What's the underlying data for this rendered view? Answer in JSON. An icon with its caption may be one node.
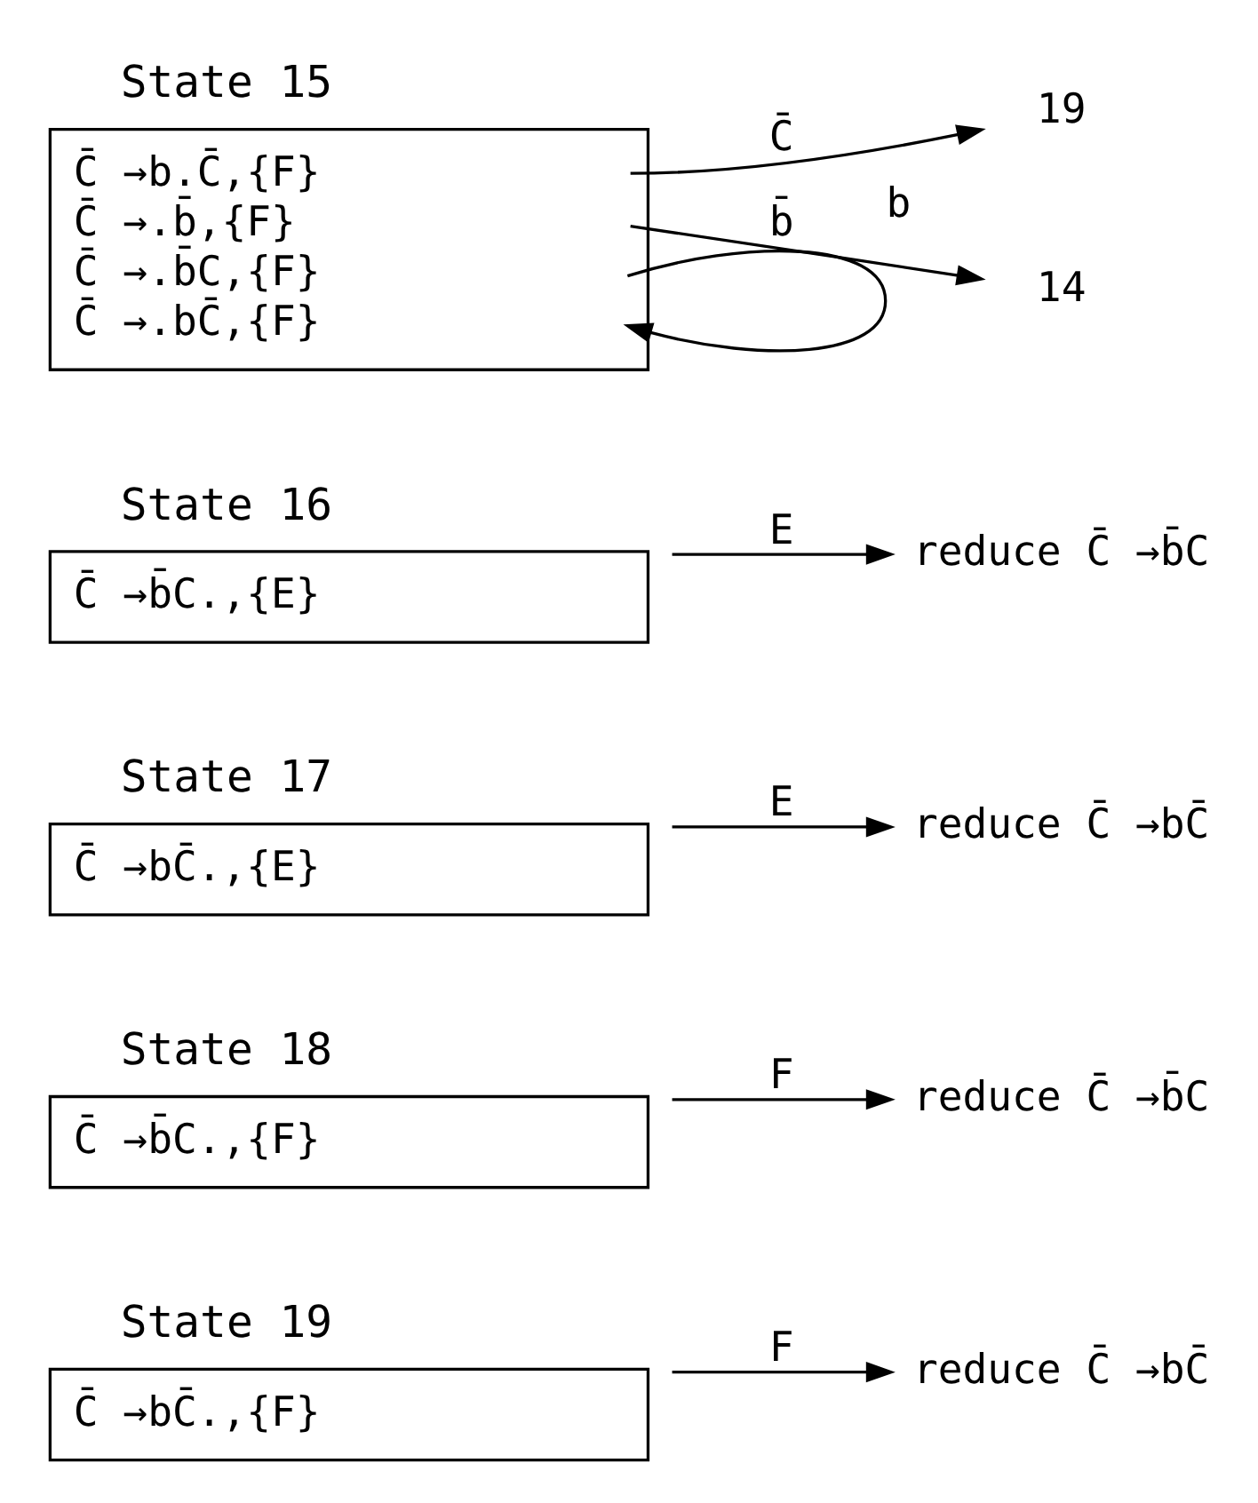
{
  "diagram": {
    "nodes": [
      {
        "text": [
          "State 15",
          "C̄ →b.C̄,{F}",
          "C̄ →.b̄,{F}",
          "C̄ →.b̄C,{F}",
          "C̄ →.bC̄,{F}"
        ]
      },
      {
        "text": [
          "19"
        ]
      },
      {
        "text": [
          "14"
        ]
      },
      {
        "text": [
          "State 16",
          "C̄ →b̄C.,{E}"
        ]
      },
      {
        "text": [
          "reduce C̄ →b̄C"
        ]
      },
      {
        "text": [
          "State 17",
          "C̄ →bC̄.,{E}"
        ]
      },
      {
        "text": [
          "reduce C̄ →bC̄"
        ]
      },
      {
        "text": [
          "State 18",
          "C̄ →b̄C.,{F}"
        ]
      },
      {
        "text": [
          "reduce C̄ →b̄C"
        ]
      },
      {
        "text": [
          "State 19",
          "C̄ →bC̄.,{F}"
        ]
      },
      {
        "text": [
          "reduce C̄ →bC̄"
        ]
      }
    ],
    "edges": [
      {
        "from": 0,
        "to": 1,
        "arrow": "to",
        "label": "C̄"
      },
      {
        "from": 0,
        "to": 2,
        "arrow": "to",
        "label": "b̄"
      },
      {
        "from": 0,
        "to": 0,
        "arrow": "to",
        "label": "b"
      },
      {
        "from": 3,
        "to": 4,
        "arrow": "to",
        "label": "E"
      },
      {
        "from": 5,
        "to": 6,
        "arrow": "to",
        "label": "E"
      },
      {
        "from": 7,
        "to": 8,
        "arrow": "to",
        "label": "F"
      },
      {
        "from": 9,
        "to": 10,
        "arrow": "to",
        "label": "F"
      }
    ]
  }
}
